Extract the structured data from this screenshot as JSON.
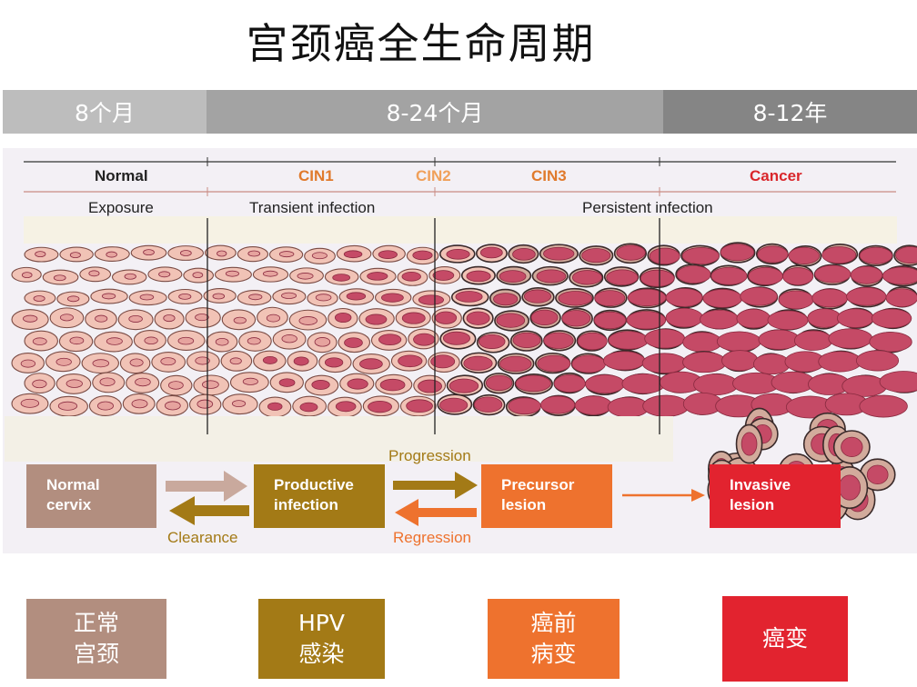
{
  "title": "宫颈癌全生命周期",
  "timeline": [
    "8个月",
    "8-24个月",
    "8-12年"
  ],
  "headers": {
    "normal": "Normal",
    "cin1": "CIN1",
    "cin2": "CIN2",
    "cin3": "CIN3",
    "cancer": "Cancer"
  },
  "subheaders": {
    "exposure": "Exposure",
    "transient": "Transient infection",
    "persistent": "Persistent infection"
  },
  "stages": [
    {
      "line1": "Normal",
      "line2": "cervix",
      "color": "#b28e7f"
    },
    {
      "line1": "Productive",
      "line2": "infection",
      "color": "#a37a16"
    },
    {
      "line1": "Precursor",
      "line2": "lesion",
      "color": "#ee722e"
    },
    {
      "line1": "Invasive",
      "line2": "lesion",
      "color": "#e2232f"
    }
  ],
  "arrow_labels": {
    "progression": "Progression",
    "clearance": "Clearance",
    "regression": "Regression"
  },
  "chinese_labels": [
    {
      "line1": "正常",
      "line2": "宫颈"
    },
    {
      "line1": "HPV",
      "line2": "感染"
    },
    {
      "line1": "癌前",
      "line2": "病变"
    },
    {
      "line1": "癌变",
      "line2": ""
    }
  ],
  "colors": {
    "normal": "#b28e7f",
    "productive": "#a37a16",
    "precursor": "#ee722e",
    "invasive": "#e2232f",
    "header_text": "#e07a2c",
    "cancer_text": "#d9262b",
    "cell_normal": "#f1c3b6",
    "cell_nucleus": "#c54a66"
  }
}
